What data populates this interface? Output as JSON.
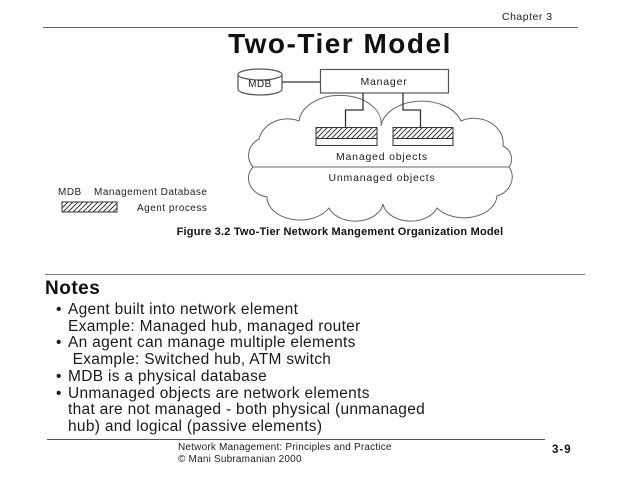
{
  "header": {
    "chapter_label": "Chapter 3",
    "title": "Two-Tier Model"
  },
  "diagram": {
    "mdb_label": "MDB",
    "manager_label": "Manager",
    "managed_objects_label": "Managed objects",
    "unmanaged_objects_label": "Unmanaged objects",
    "legend": {
      "mdb_abbr": "MDB",
      "mdb_meaning": "Management Database",
      "agent_swatch_label": "Agent process"
    },
    "caption": "Figure 3.2 Two-Tier Network Mangement Organization Model"
  },
  "notes": {
    "heading": "Notes",
    "bullet_char": "•",
    "items": [
      {
        "lines": [
          "Agent built into network element",
          "Example: Managed hub, managed router"
        ]
      },
      {
        "lines": [
          "An agent can manage multiple elements",
          " Example: Switched hub, ATM switch"
        ]
      },
      {
        "lines": [
          "MDB is a physical database"
        ]
      },
      {
        "lines": [
          "Unmanaged objects are network elements",
          "that are not managed - both physical (unmanaged",
          "hub) and logical (passive elements)"
        ]
      }
    ]
  },
  "footer": {
    "book_title": "Network Management: Principles and Practice",
    "copyright": "© Mani Subramanian 2000",
    "page_number": "3-9"
  },
  "colors": {
    "background": "#ffffff",
    "ink": "#1a1a1a",
    "line": "#666666"
  }
}
